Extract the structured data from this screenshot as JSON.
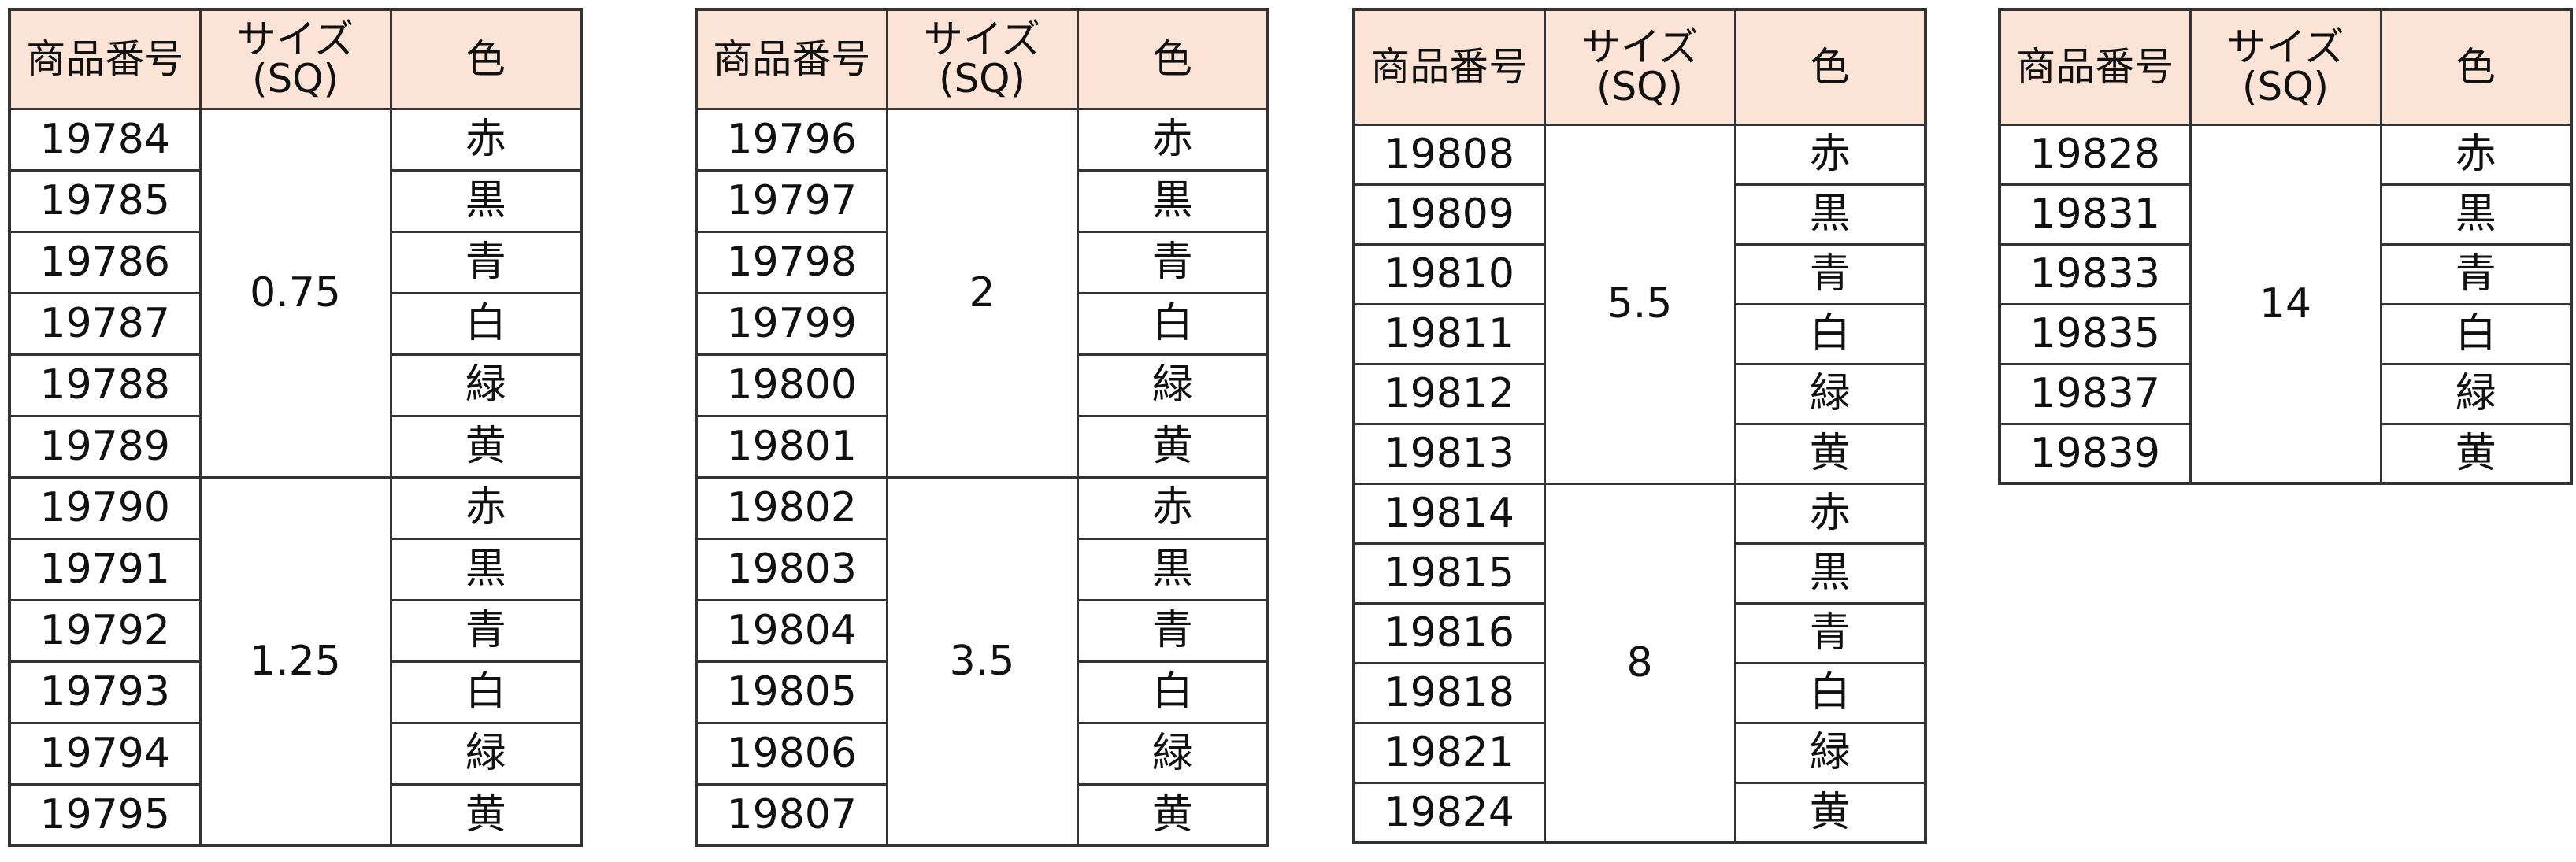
{
  "headers": {
    "product_number": "商品番号",
    "size_line1": "サイズ",
    "size_line2": "(SQ)",
    "color": "色"
  },
  "tables": [
    {
      "groups": [
        {
          "size": "0.75",
          "rows": [
            {
              "num": "19784",
              "color": "赤"
            },
            {
              "num": "19785",
              "color": "黒"
            },
            {
              "num": "19786",
              "color": "青"
            },
            {
              "num": "19787",
              "color": "白"
            },
            {
              "num": "19788",
              "color": "緑"
            },
            {
              "num": "19789",
              "color": "黄"
            }
          ]
        },
        {
          "size": "1.25",
          "rows": [
            {
              "num": "19790",
              "color": "赤"
            },
            {
              "num": "19791",
              "color": "黒"
            },
            {
              "num": "19792",
              "color": "青"
            },
            {
              "num": "19793",
              "color": "白"
            },
            {
              "num": "19794",
              "color": "緑"
            },
            {
              "num": "19795",
              "color": "黄"
            }
          ]
        }
      ]
    },
    {
      "groups": [
        {
          "size": "2",
          "rows": [
            {
              "num": "19796",
              "color": "赤"
            },
            {
              "num": "19797",
              "color": "黒"
            },
            {
              "num": "19798",
              "color": "青"
            },
            {
              "num": "19799",
              "color": "白"
            },
            {
              "num": "19800",
              "color": "緑"
            },
            {
              "num": "19801",
              "color": "黄"
            }
          ]
        },
        {
          "size": "3.5",
          "rows": [
            {
              "num": "19802",
              "color": "赤"
            },
            {
              "num": "19803",
              "color": "黒"
            },
            {
              "num": "19804",
              "color": "青"
            },
            {
              "num": "19805",
              "color": "白"
            },
            {
              "num": "19806",
              "color": "緑"
            },
            {
              "num": "19807",
              "color": "黄"
            }
          ]
        }
      ]
    },
    {
      "groups": [
        {
          "size": "5.5",
          "rows": [
            {
              "num": "19808",
              "color": "赤"
            },
            {
              "num": "19809",
              "color": "黒"
            },
            {
              "num": "19810",
              "color": "青"
            },
            {
              "num": "19811",
              "color": "白"
            },
            {
              "num": "19812",
              "color": "緑"
            },
            {
              "num": "19813",
              "color": "黄"
            }
          ]
        },
        {
          "size": "8",
          "rows": [
            {
              "num": "19814",
              "color": "赤"
            },
            {
              "num": "19815",
              "color": "黒"
            },
            {
              "num": "19816",
              "color": "青"
            },
            {
              "num": "19818",
              "color": "白"
            },
            {
              "num": "19821",
              "color": "緑"
            },
            {
              "num": "19824",
              "color": "黄"
            }
          ]
        }
      ]
    },
    {
      "groups": [
        {
          "size": "14",
          "rows": [
            {
              "num": "19828",
              "color": "赤"
            },
            {
              "num": "19831",
              "color": "黒"
            },
            {
              "num": "19833",
              "color": "青"
            },
            {
              "num": "19835",
              "color": "白"
            },
            {
              "num": "19837",
              "color": "緑"
            },
            {
              "num": "19839",
              "color": "黄"
            }
          ]
        }
      ]
    }
  ]
}
